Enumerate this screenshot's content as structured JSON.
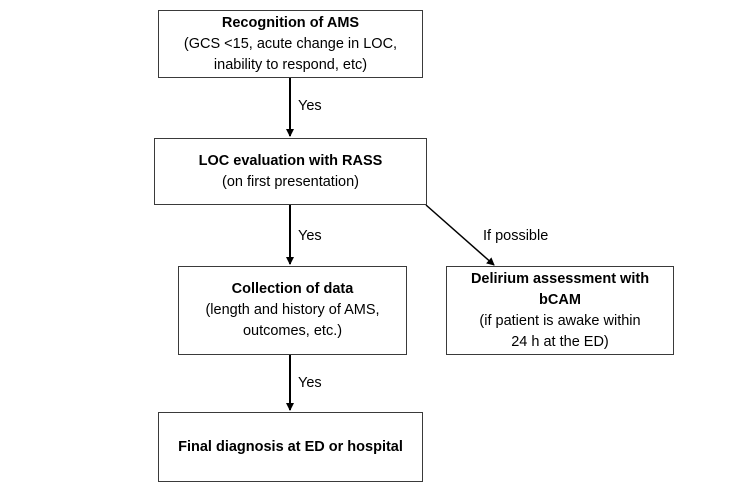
{
  "nodes": {
    "recognition": {
      "title": "Recognition of AMS",
      "lines": [
        "(GCS <15, acute change in LOC,",
        "inability to respond, etc)"
      ]
    },
    "loc_evaluation": {
      "title": "LOC evaluation with RASS",
      "lines": [
        "(on first presentation)"
      ]
    },
    "collection": {
      "title": "Collection of data",
      "lines": [
        "(length and history of AMS,",
        "outcomes, etc.)"
      ]
    },
    "delirium": {
      "title_lines": [
        "Delirium assessment with",
        "bCAM"
      ],
      "lines": [
        "(if patient is awake within",
        "24 h at the ED)"
      ]
    },
    "final": {
      "title": "Final diagnosis at ED or hospital"
    }
  },
  "edges": {
    "recognition_to_loc": "Yes",
    "loc_to_collection": "Yes",
    "loc_to_delirium": "If possible",
    "collection_to_final": "Yes"
  },
  "colors": {
    "border": "#3a3a3a",
    "arrow": "#000000"
  }
}
